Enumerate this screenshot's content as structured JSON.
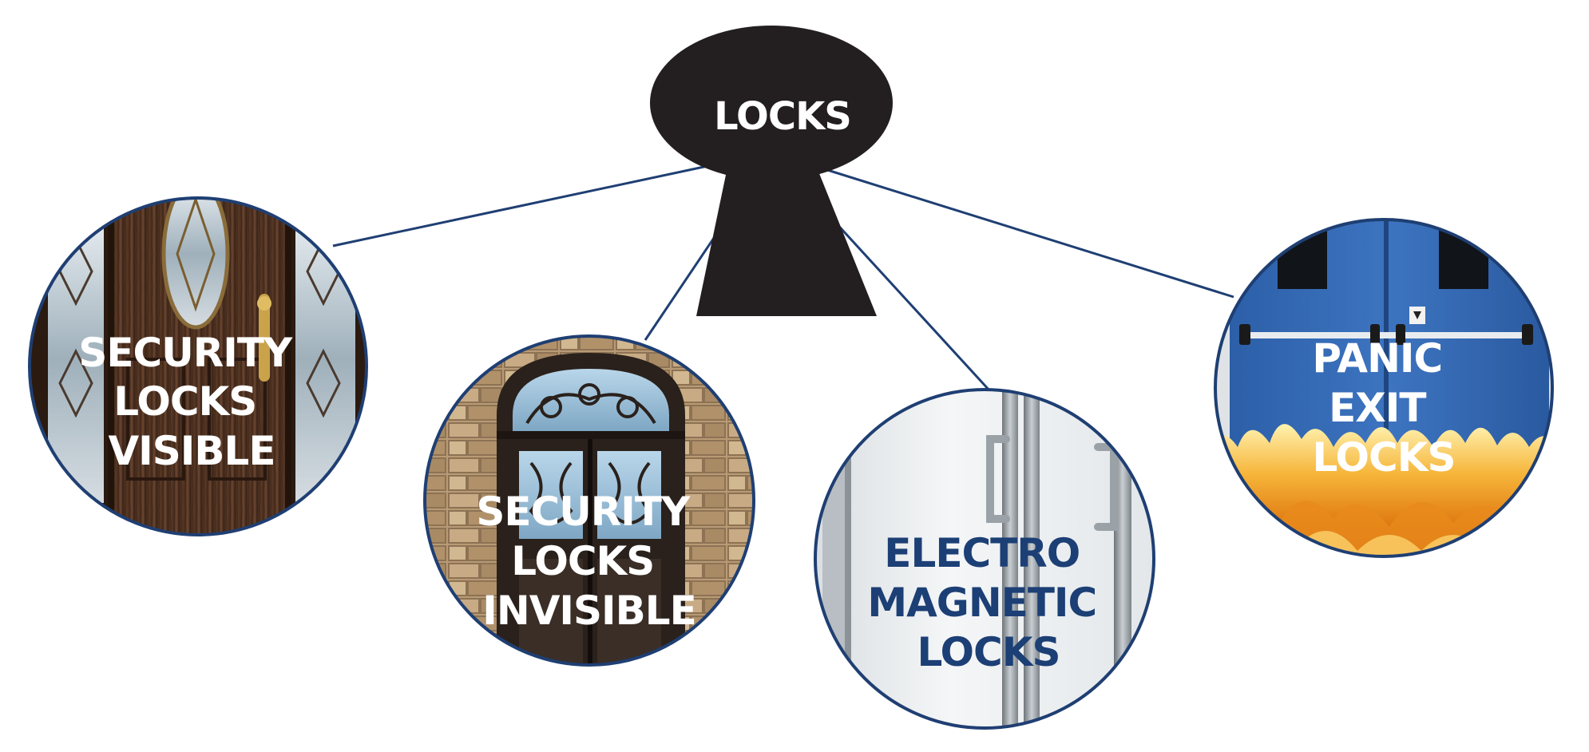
{
  "root": {
    "label": "LOCKS",
    "icon": "keyhole-icon",
    "color": "#231f20",
    "text_color": "#ffffff"
  },
  "connector_color": "#1f3f73",
  "nodes": [
    {
      "id": "security-locks-visible",
      "lines": [
        "SECURITY",
        "LOCKS",
        "VISIBLE"
      ],
      "text_color": "#ffffff",
      "picture": "wooden-front-door-with-oval-glass"
    },
    {
      "id": "security-locks-invisible",
      "lines": [
        "SECURITY",
        "LOCKS",
        "INVISIBLE"
      ],
      "text_color": "#ffffff",
      "picture": "arched-wrought-iron-double-door"
    },
    {
      "id": "electro-magnetic-locks",
      "lines": [
        "ELECTRO",
        "MAGNETIC",
        "LOCKS"
      ],
      "text_color": "#1c3f75",
      "picture": "glass-door-with-steel-handles"
    },
    {
      "id": "panic-exit-locks",
      "lines": [
        "PANIC",
        "EXIT",
        "LOCKS"
      ],
      "text_color": "#ffffff",
      "picture": "blue-fire-exit-door-with-flames"
    }
  ]
}
